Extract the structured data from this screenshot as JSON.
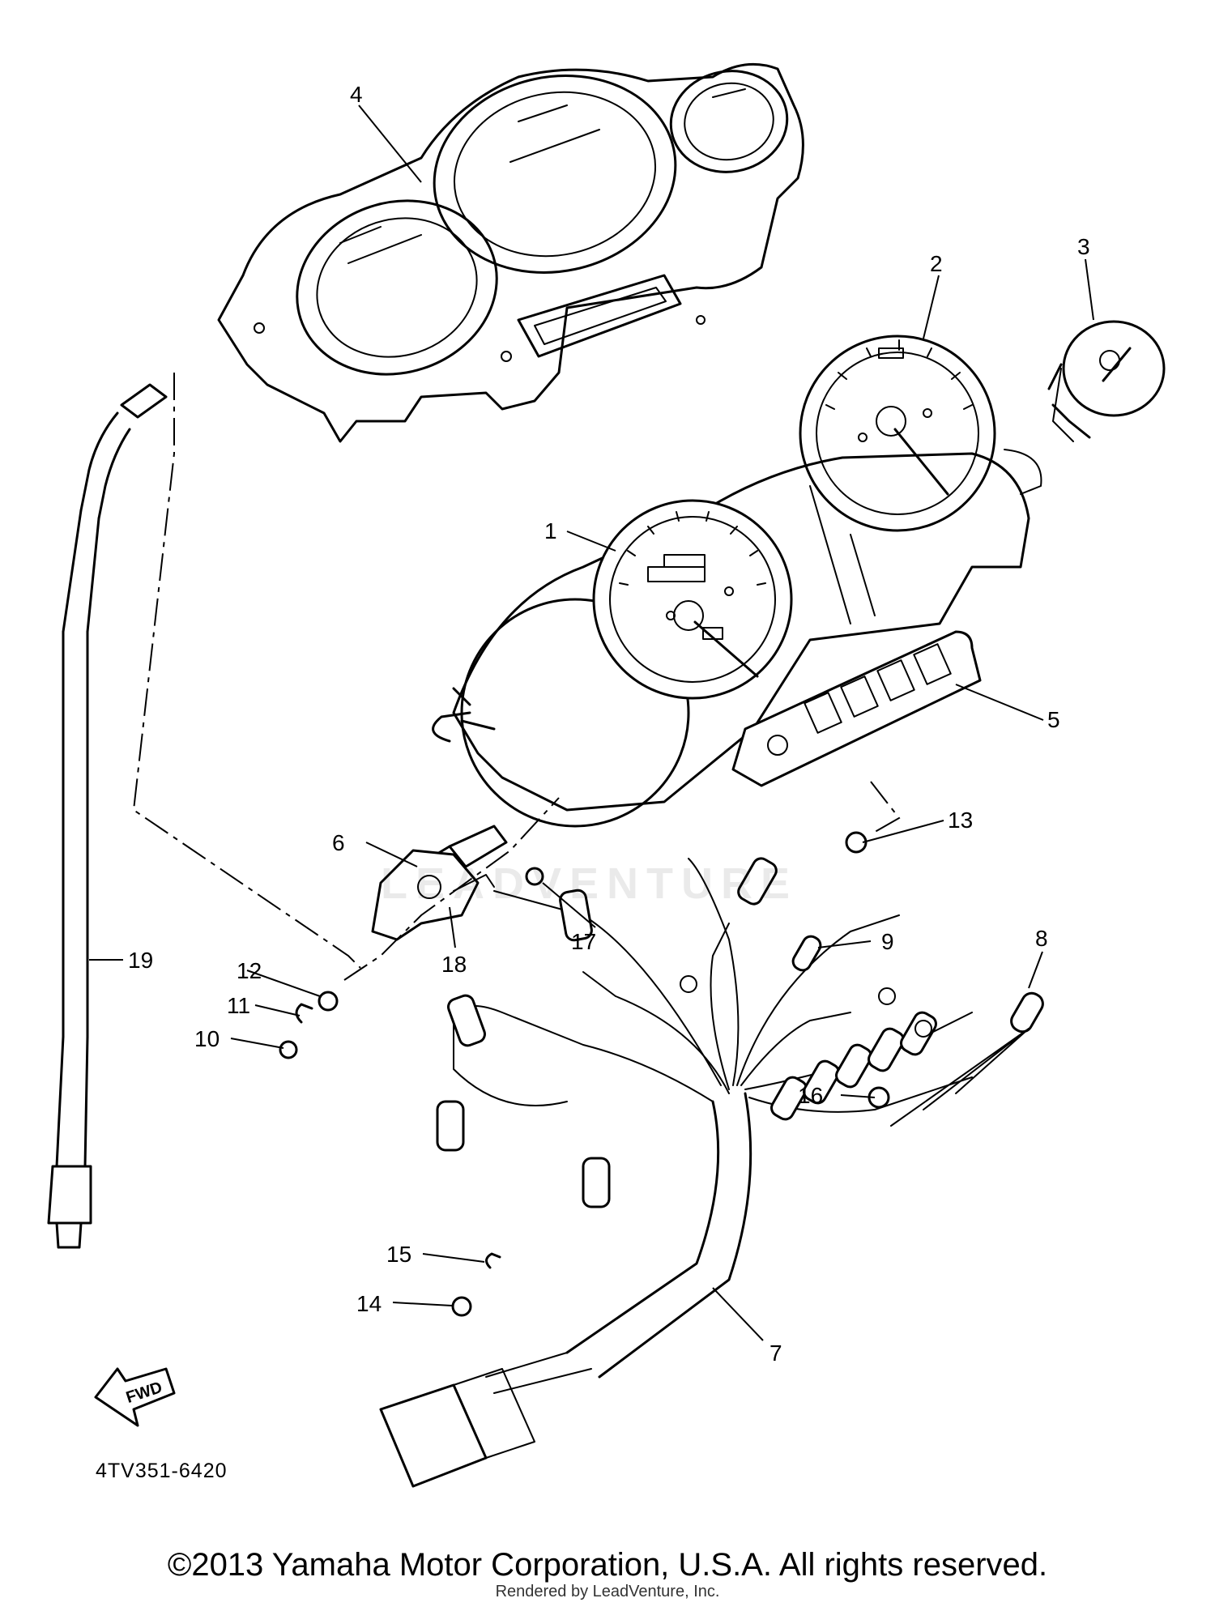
{
  "callouts": [
    {
      "id": "1",
      "label": "1",
      "part": "speedometer"
    },
    {
      "id": "2",
      "label": "2",
      "part": "tachometer"
    },
    {
      "id": "3",
      "label": "3",
      "part": "fuel-gauge"
    },
    {
      "id": "4",
      "label": "4",
      "part": "meter-case-cover"
    },
    {
      "id": "5",
      "label": "5",
      "part": "indicator-panel"
    },
    {
      "id": "6",
      "label": "6",
      "part": "drive-cap"
    },
    {
      "id": "7",
      "label": "7",
      "part": "wire-harness"
    },
    {
      "id": "8",
      "label": "8",
      "part": "bulb"
    },
    {
      "id": "9",
      "label": "9",
      "part": "bulb"
    },
    {
      "id": "10",
      "label": "10",
      "part": "screw"
    },
    {
      "id": "11",
      "label": "11",
      "part": "washer"
    },
    {
      "id": "12",
      "label": "12",
      "part": "nut"
    },
    {
      "id": "13",
      "label": "13",
      "part": "screw"
    },
    {
      "id": "14",
      "label": "14",
      "part": "screw"
    },
    {
      "id": "15",
      "label": "15",
      "part": "washer"
    },
    {
      "id": "16",
      "label": "16",
      "part": "screw"
    },
    {
      "id": "17",
      "label": "17",
      "part": "screw"
    },
    {
      "id": "18",
      "label": "18",
      "part": "gear-unit"
    },
    {
      "id": "19",
      "label": "19",
      "part": "speedometer-cable"
    }
  ],
  "direction_arrow": {
    "label": "FWD"
  },
  "diagram_ref": "4TV351-6420",
  "watermark": "LEADVENTURE",
  "footer": {
    "copyright": "©2013 Yamaha Motor Corporation, U.S.A. All rights reserved.",
    "rendered_by": "Rendered by LeadVenture, Inc."
  }
}
